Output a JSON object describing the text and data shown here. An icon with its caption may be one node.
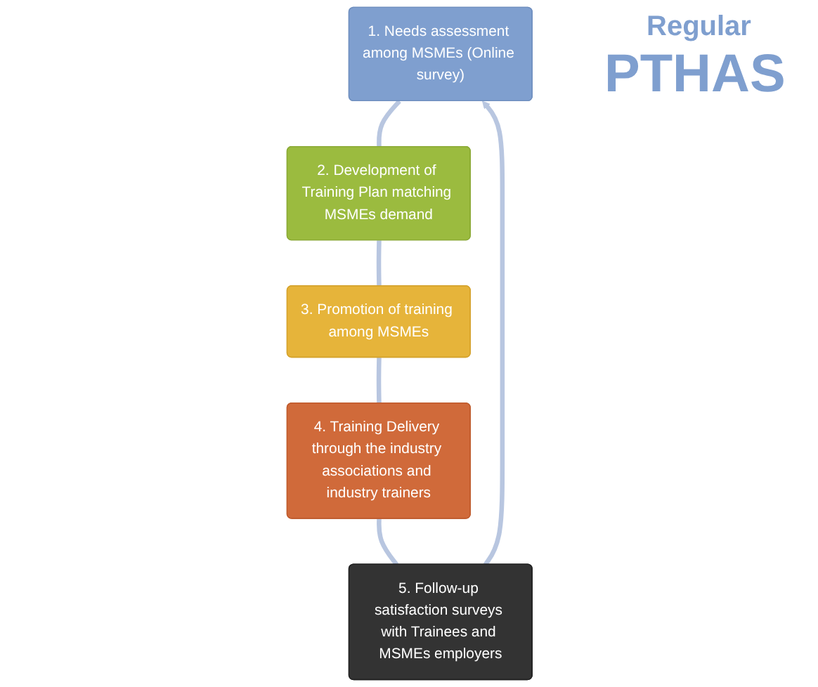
{
  "diagram": {
    "nodes": [
      {
        "text": [
          "1. Needs assessment among MSMEs (Online survey)"
        ]
      },
      {
        "text": [
          "2. Development of Training Plan matching MSMEs demand"
        ]
      },
      {
        "text": [
          "3. Promotion of training among MSMEs"
        ]
      },
      {
        "text": [
          "4. Training Delivery through the industry associations and industry trainers"
        ]
      },
      {
        "text": [
          "5. Follow-up satisfaction surveys with Trainees and MSMEs employers"
        ]
      }
    ],
    "edges": [
      {
        "from": 0,
        "to": 1,
        "arrow": "none"
      },
      {
        "from": 1,
        "to": 2,
        "arrow": "none"
      },
      {
        "from": 2,
        "to": 3,
        "arrow": "none"
      },
      {
        "from": 3,
        "to": 4,
        "arrow": "none"
      },
      {
        "from": 4,
        "to": 0,
        "arrow": "to"
      }
    ],
    "labels": [
      "Regular",
      "PTHAS"
    ]
  }
}
